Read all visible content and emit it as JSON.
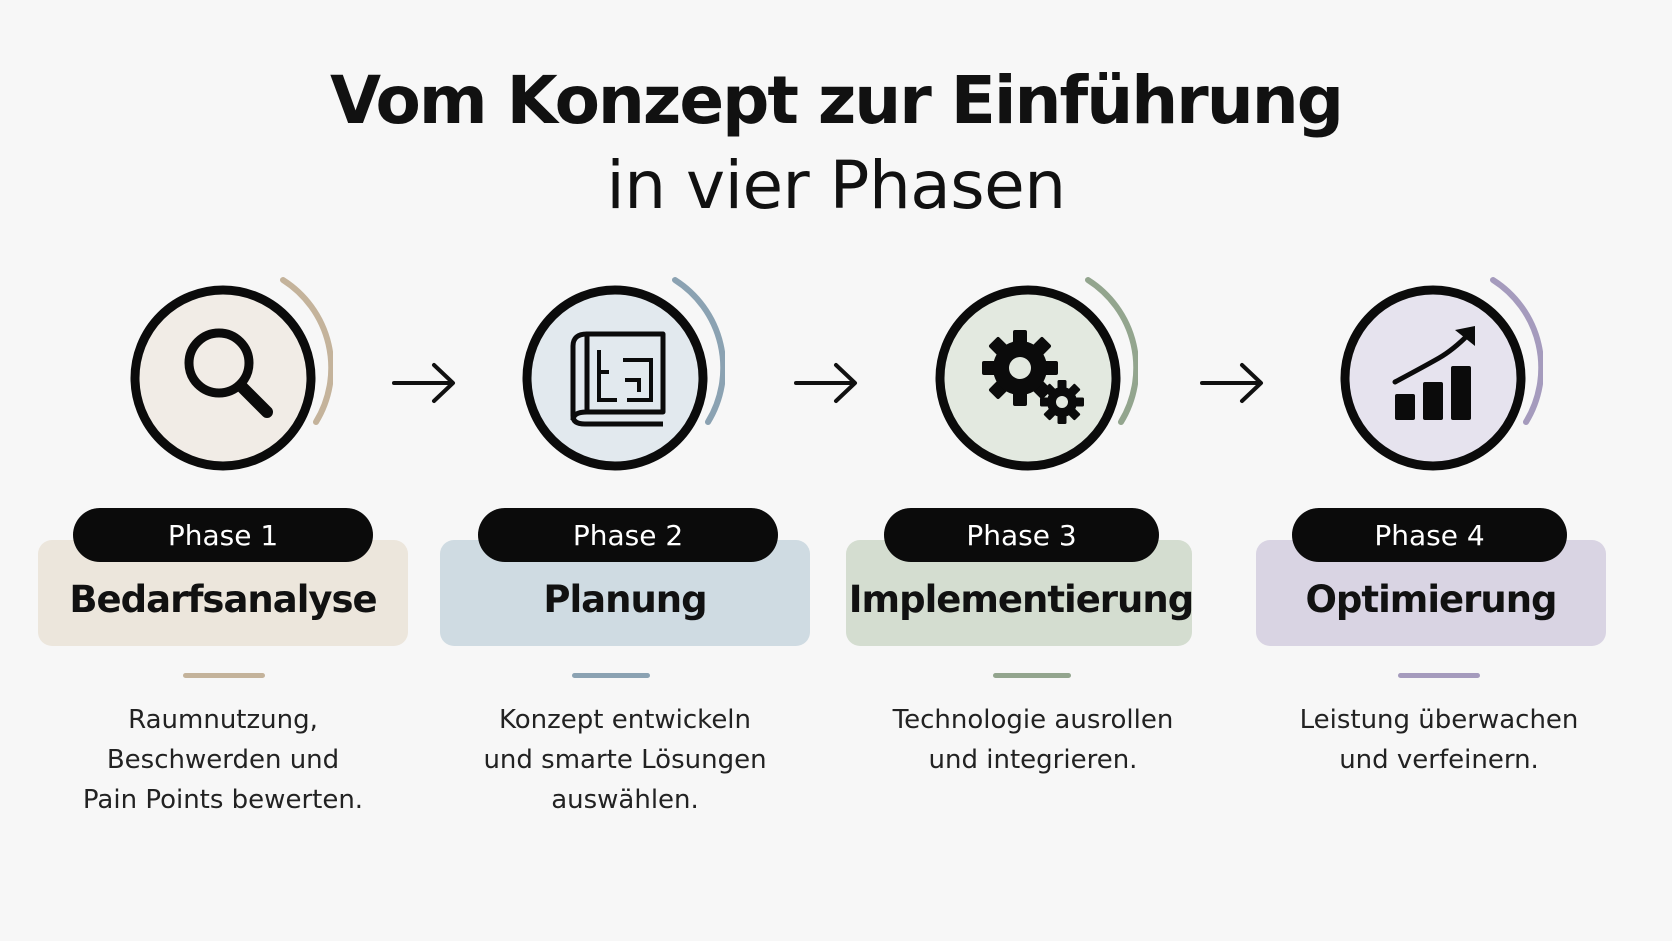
{
  "title": {
    "line1": "Vom Konzept zur Einführung",
    "line2": "in vier Phasen"
  },
  "phases": [
    {
      "pill": "Phase 1",
      "name": "Bedarfsanalyse",
      "description_lines": [
        "Raumnutzung,",
        "Beschwerden und",
        "Pain Points bewerten."
      ],
      "icon": "magnifier-icon",
      "card_color": "#ece6dc",
      "accent_color": "#c4b39b",
      "circle_fill": "#f1ece6"
    },
    {
      "pill": "Phase 2",
      "name": "Planung",
      "description_lines": [
        "Konzept entwickeln",
        "und smarte Lösungen",
        "auswählen."
      ],
      "icon": "blueprint-icon",
      "card_color": "#cfdbe2",
      "accent_color": "#8ba2b2",
      "circle_fill": "#e2e9ee"
    },
    {
      "pill": "Phase 3",
      "name": "Implementierung",
      "description_lines": [
        "Technologie ausrollen",
        "und integrieren."
      ],
      "icon": "gears-icon",
      "card_color": "#d4ddd0",
      "accent_color": "#93a58e",
      "circle_fill": "#e3e9e0"
    },
    {
      "pill": "Phase 4",
      "name": "Optimierung",
      "description_lines": [
        "Leistung überwachen",
        "und verfeinern."
      ],
      "icon": "growth-chart-icon",
      "card_color": "#d9d4e3",
      "accent_color": "#a59bbd",
      "circle_fill": "#e6e3ee"
    }
  ]
}
